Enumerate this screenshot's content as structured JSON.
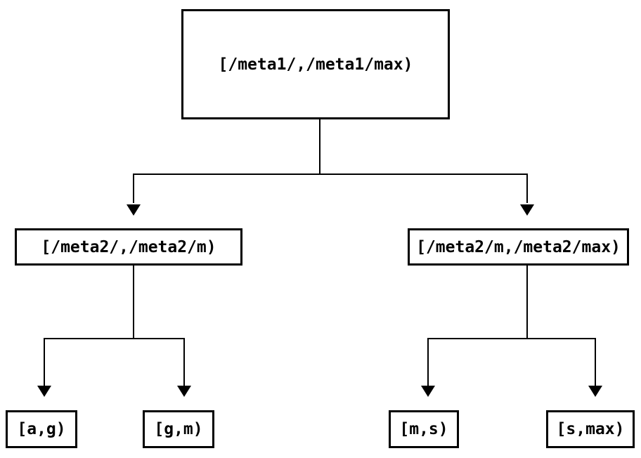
{
  "diagram": {
    "type": "tree",
    "background_color": "#ffffff",
    "line_color": "#000000",
    "text_color": "#000000",
    "nodes": {
      "root": {
        "label": "[/meta1/,/meta1/max)",
        "level": 0
      },
      "left_child": {
        "label": "[/meta2/,/meta2/m)",
        "level": 1,
        "parent": "root"
      },
      "right_child": {
        "label": "[/meta2/m,/meta2/max)",
        "level": 1,
        "parent": "root"
      },
      "leaf_1": {
        "label": "[a,g)",
        "level": 2,
        "parent": "left_child"
      },
      "leaf_2": {
        "label": "[g,m)",
        "level": 2,
        "parent": "left_child"
      },
      "leaf_3": {
        "label": "[m,s)",
        "level": 2,
        "parent": "right_child"
      },
      "leaf_4": {
        "label": "[s,max)",
        "level": 2,
        "parent": "right_child"
      }
    }
  }
}
